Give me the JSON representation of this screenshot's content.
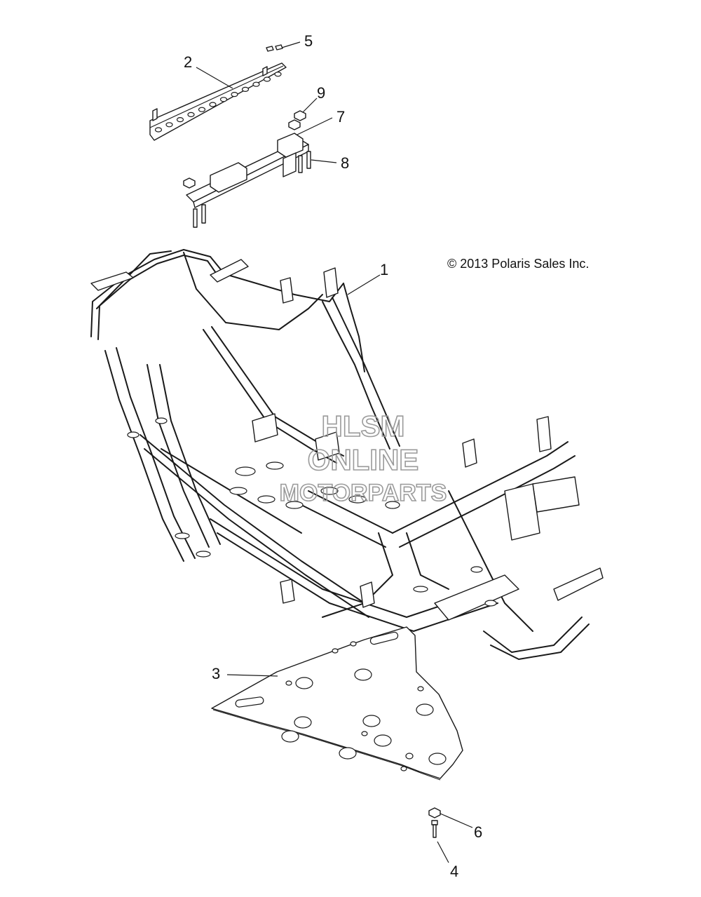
{
  "copyright": "© 2013 Polaris Sales Inc.",
  "watermark": {
    "line1": "HLSM",
    "line2": "ONLINE",
    "line3": "MOTORPARTS"
  },
  "callouts": {
    "c1": "1",
    "c2": "2",
    "c3": "3",
    "c4": "4",
    "c5": "5",
    "c6": "6",
    "c7": "7",
    "c8": "8",
    "c9": "9"
  },
  "colors": {
    "line": "#1a1a1a",
    "watermark": "#9a9a9a",
    "background": "#ffffff"
  }
}
